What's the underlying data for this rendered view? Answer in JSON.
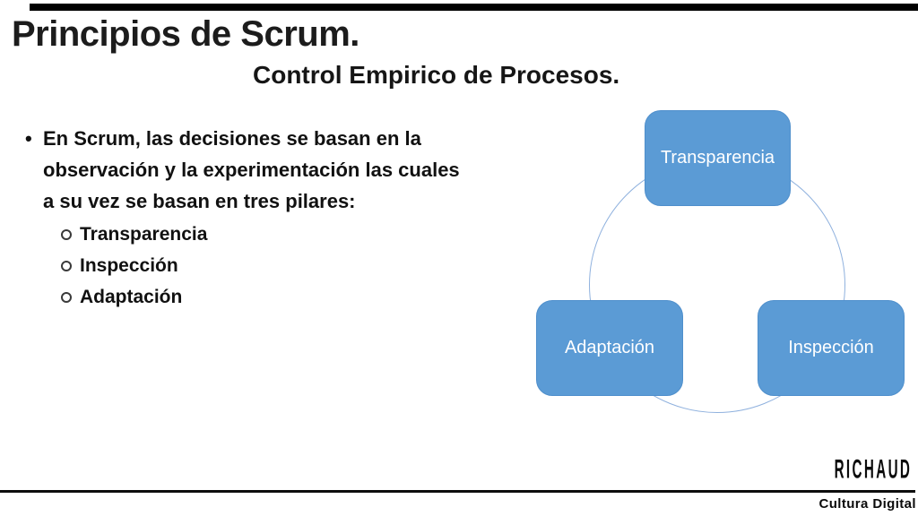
{
  "slide": {
    "title": "Principios de Scrum.",
    "subtitle": "Control Empirico de Procesos.",
    "bullet_marker": "•",
    "bullet_lines": [
      "En Scrum, las decisiones se basan en la",
      "observación y la experimentación las cuales",
      "a su vez se basan en tres pilares:"
    ],
    "sub_bullets": [
      "Transparencia",
      "Inspección",
      "Adaptación"
    ]
  },
  "diagram": {
    "type": "cycle",
    "nodes": [
      {
        "position": "top",
        "label": "Transparencia"
      },
      {
        "position": "bottom-left",
        "label": "Adaptación"
      },
      {
        "position": "bottom-right",
        "label": "Inspección"
      }
    ],
    "colors": {
      "node_fill": "#5b9bd5",
      "node_text": "#ffffff",
      "circle_stroke": "#8fb1de"
    }
  },
  "footer": {
    "brand": "RICHAUD",
    "tagline": "Cultura Digital",
    "bar_color": "#000000"
  }
}
